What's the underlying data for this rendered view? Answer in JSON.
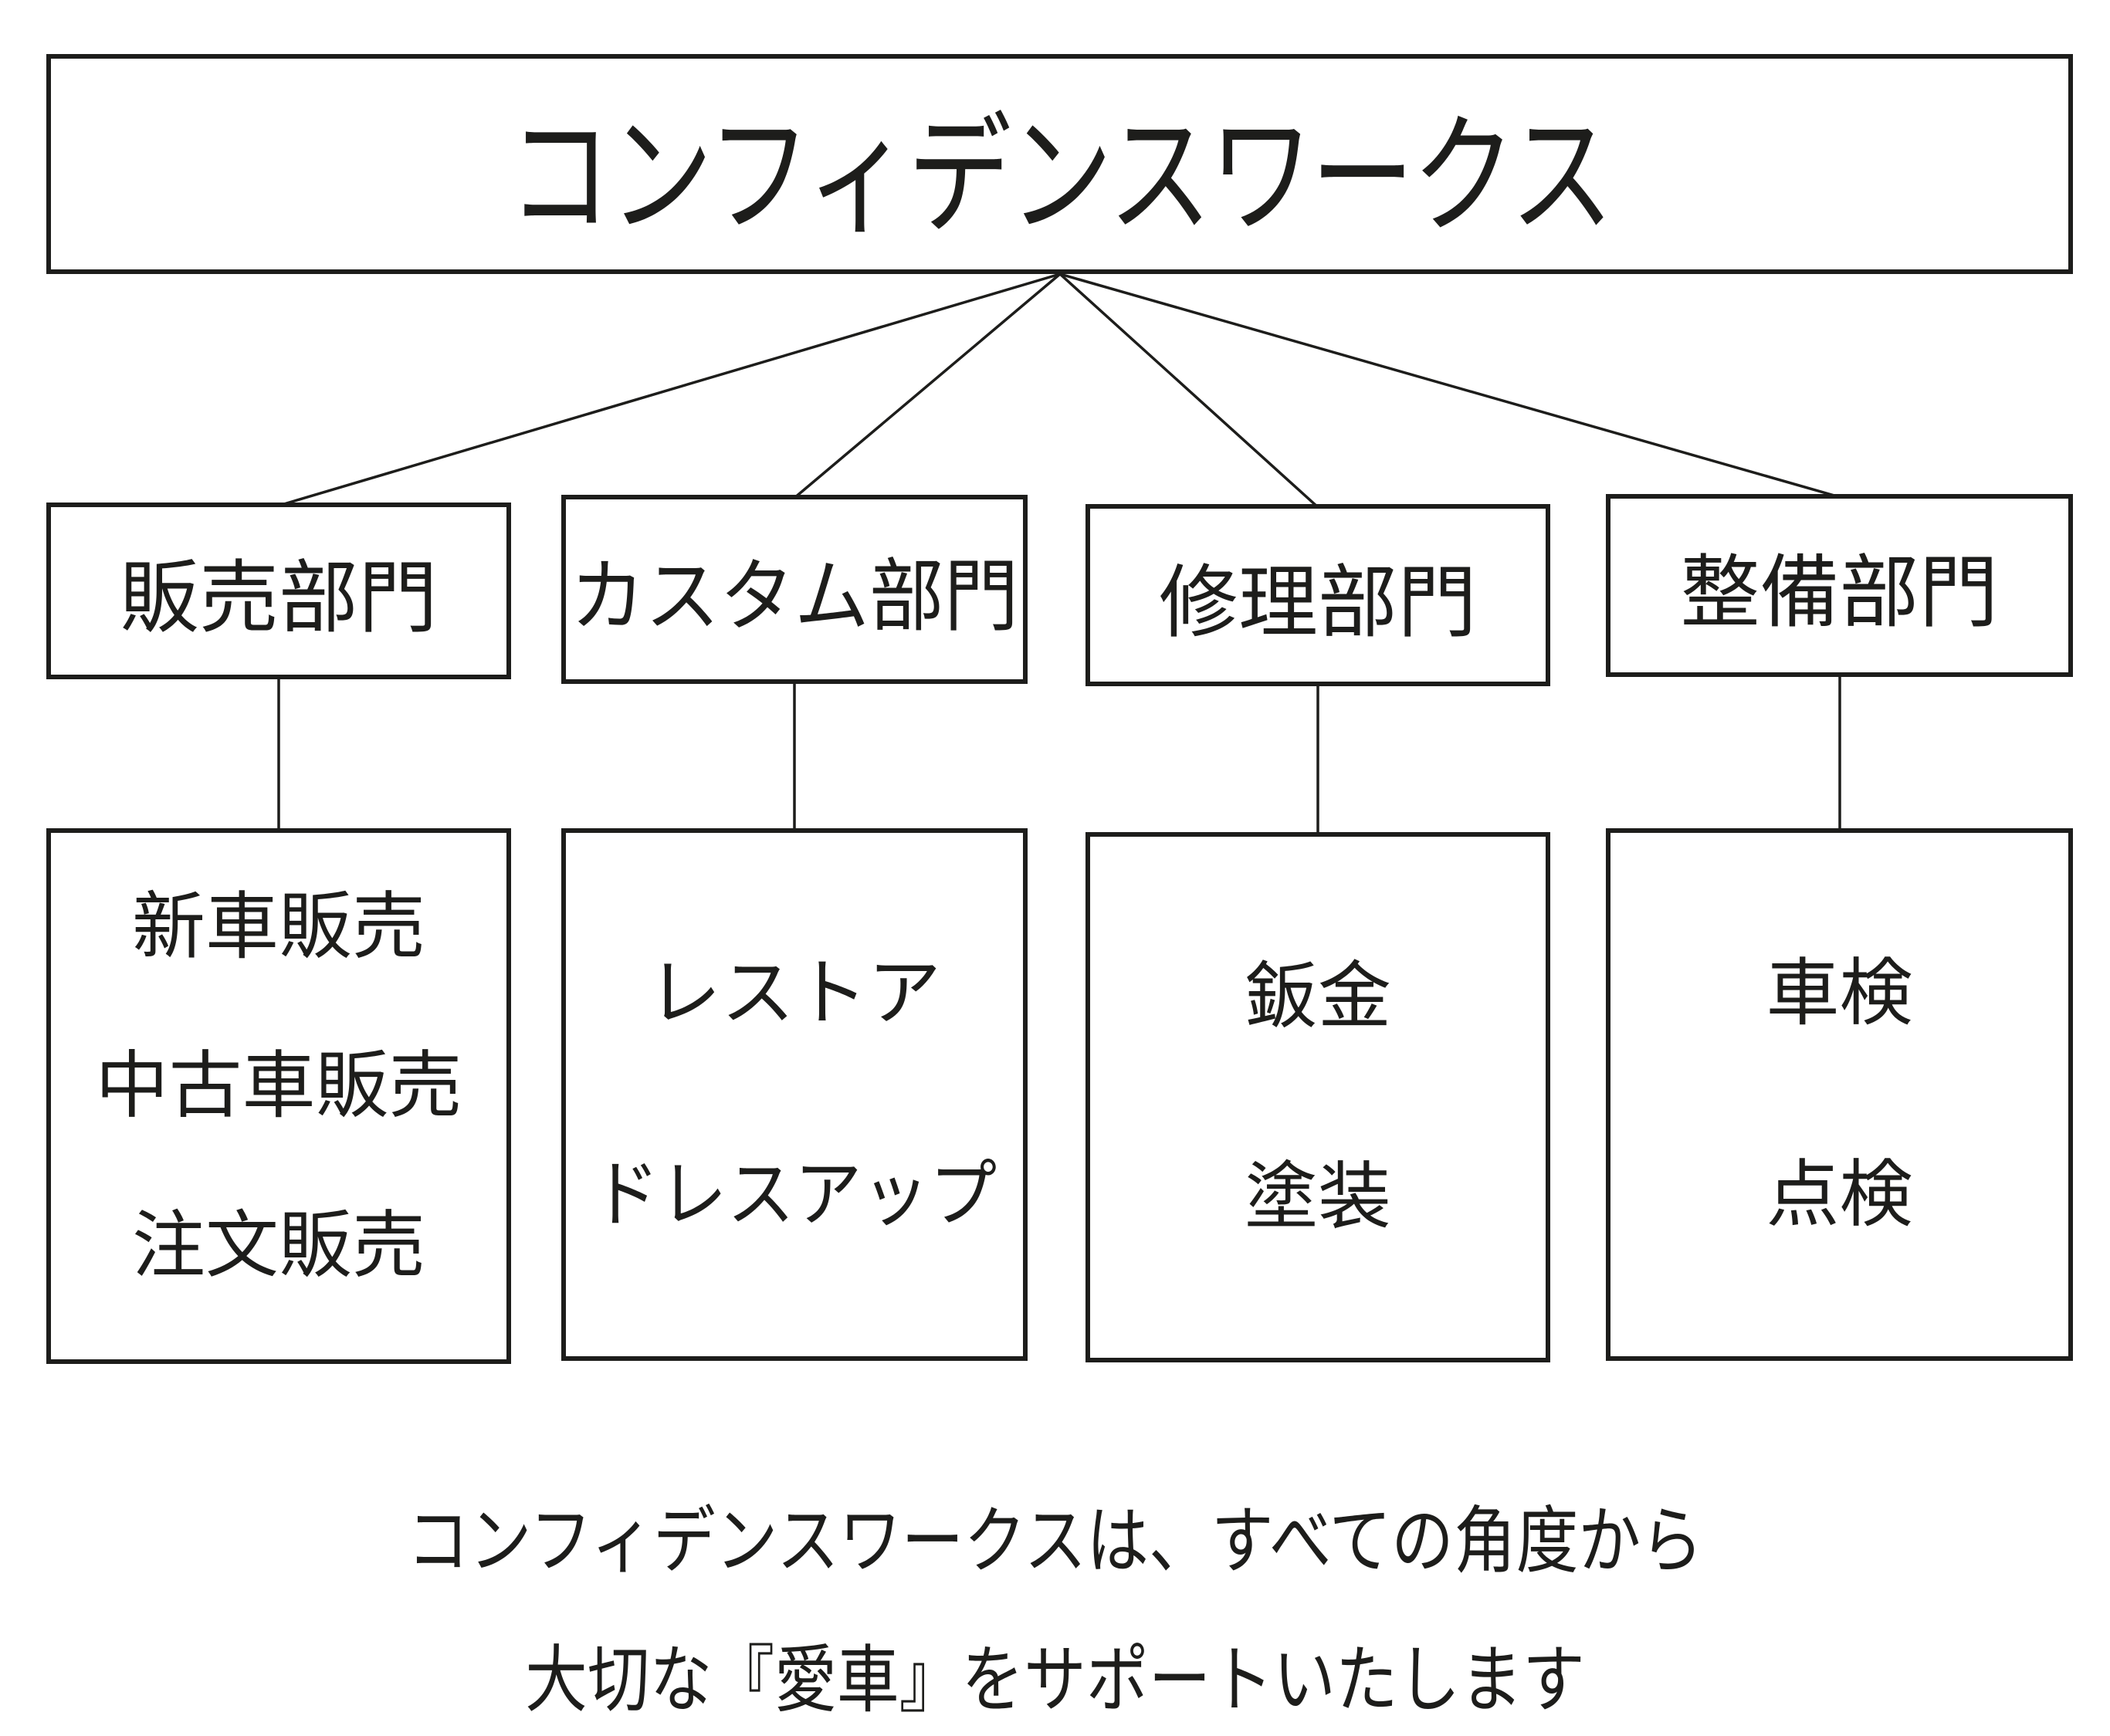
{
  "colors": {
    "ink": "#1d1d1b",
    "background": "#ffffff"
  },
  "org_chart": {
    "root": {
      "label": "コンフィデンスワークス"
    },
    "departments": [
      {
        "label": "販売部門",
        "items": [
          "新車販売",
          "中古車販売",
          "注文販売"
        ]
      },
      {
        "label": "カスタム部門",
        "items": [
          "レストア",
          "ドレスアップ"
        ]
      },
      {
        "label": "修理部門",
        "items": [
          "鈑金",
          "塗装"
        ]
      },
      {
        "label": "整備部門",
        "items": [
          "車検",
          "点検"
        ]
      }
    ]
  },
  "caption": {
    "line1": "コンフィデンスワークスは、すべての角度から",
    "line2": "大切な『愛車』をサポートいたします"
  }
}
